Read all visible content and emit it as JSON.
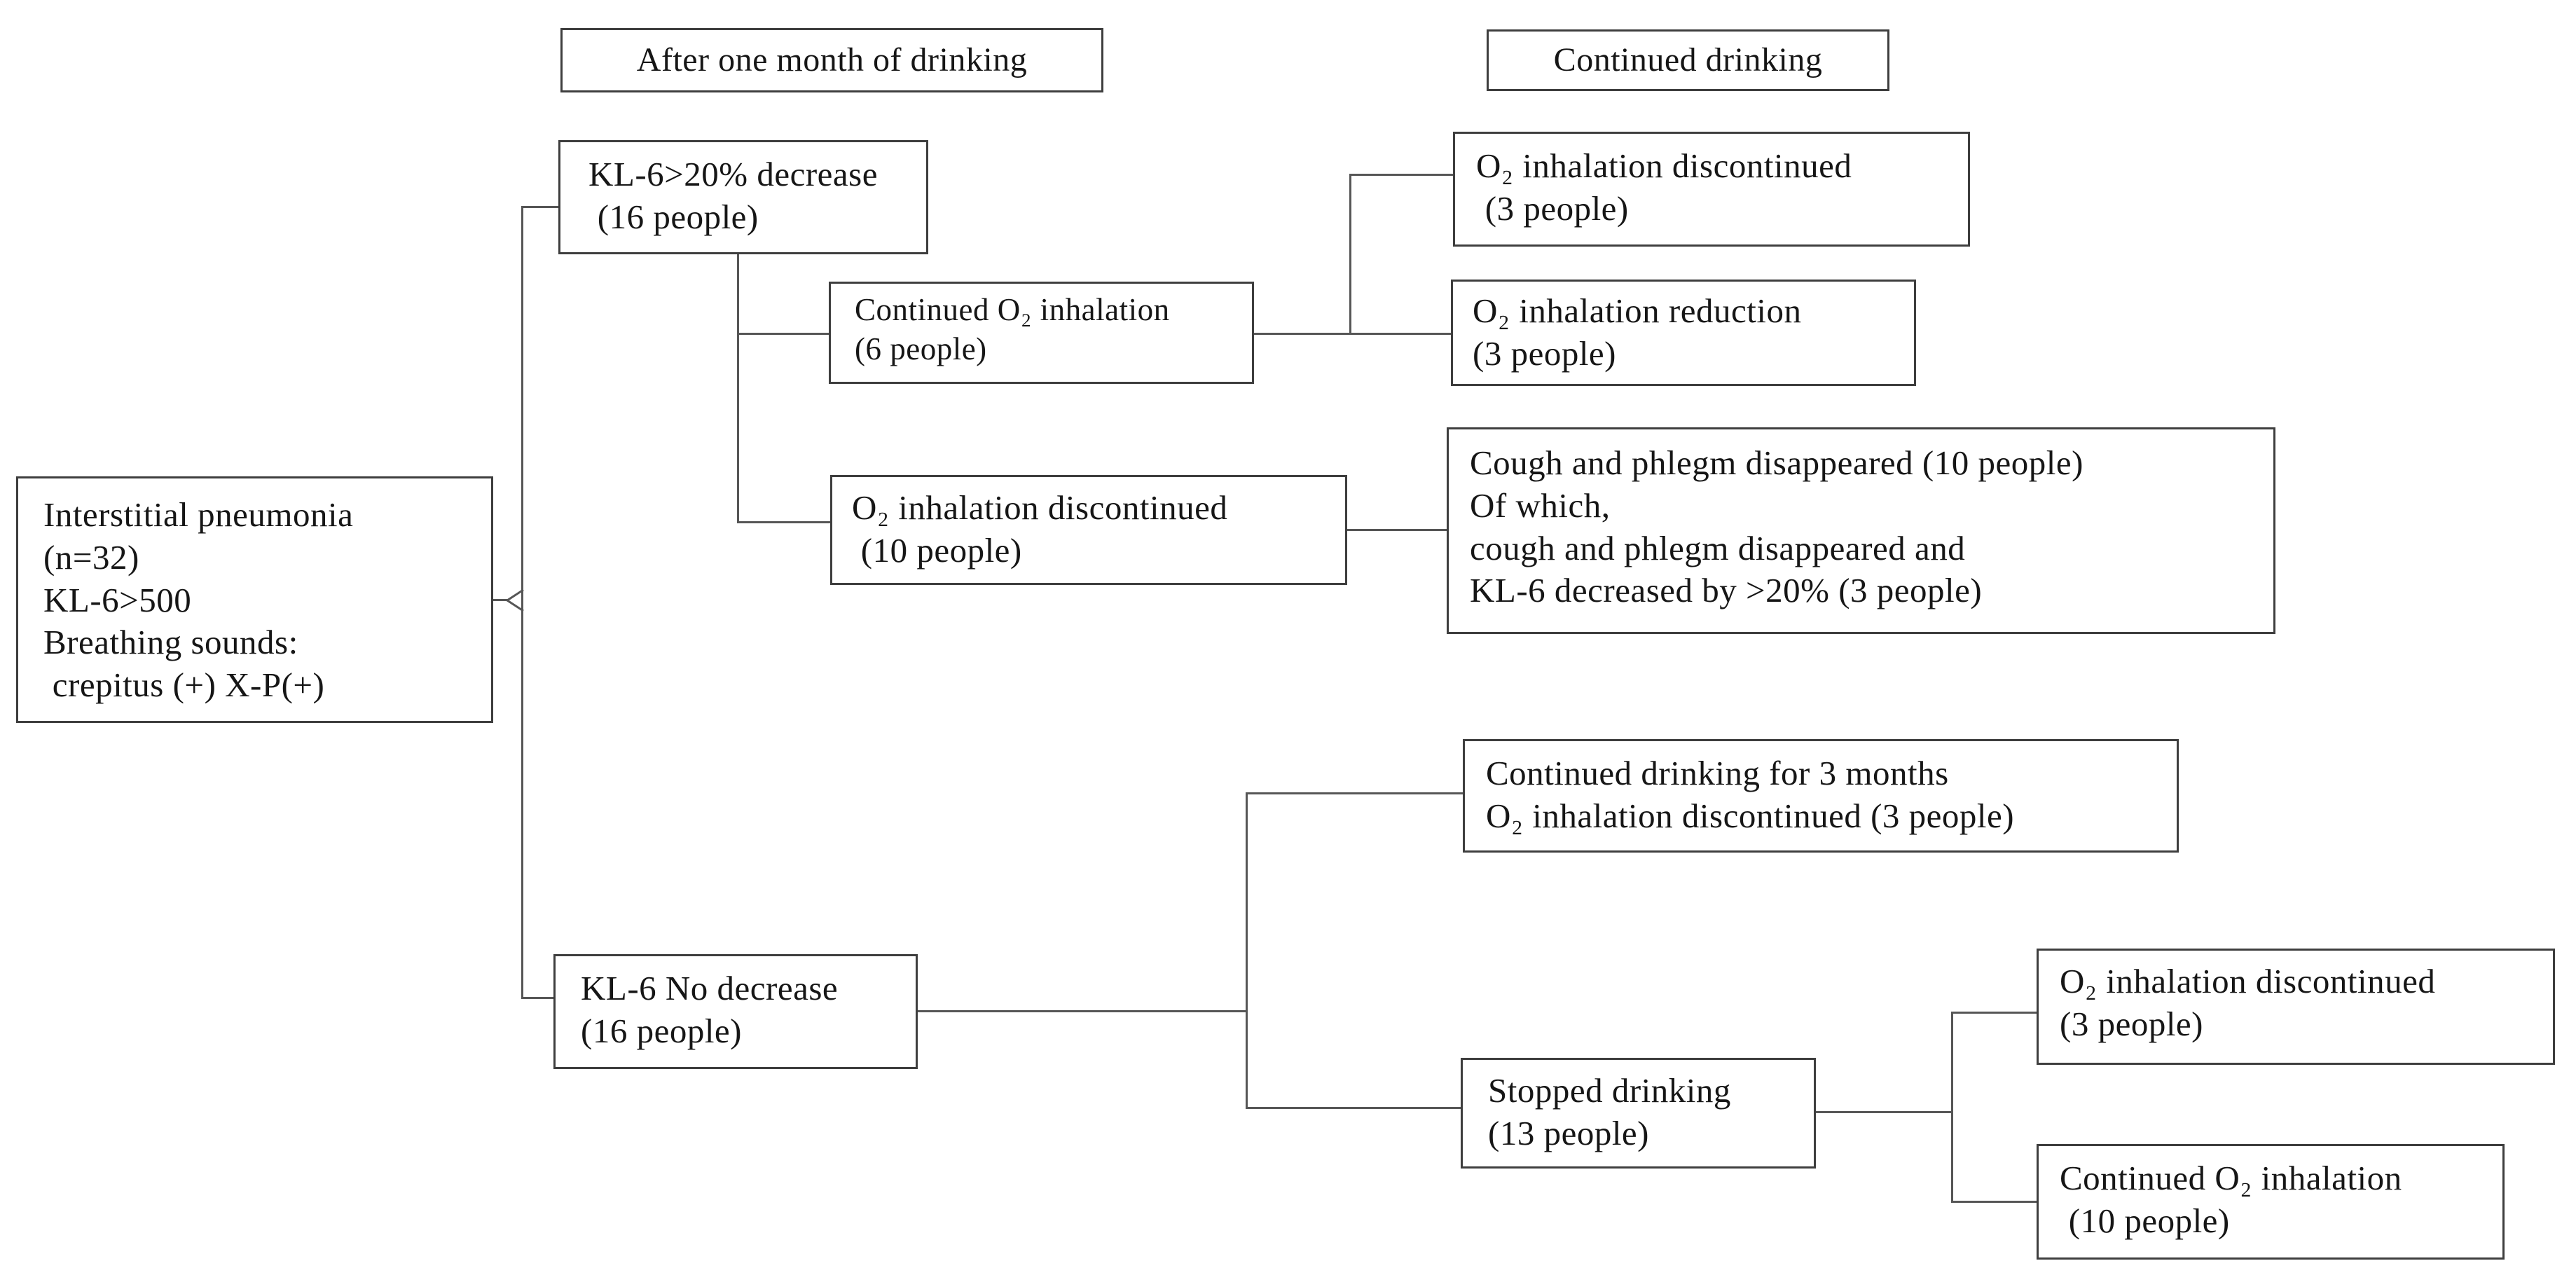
{
  "figure": {
    "column_headers": [
      {
        "label": "After one month of drinking"
      },
      {
        "label": "Continued drinking"
      }
    ],
    "nodes": {
      "root": {
        "text": "Interstitial pneumonia\n(n=32)\nKL-6>500\nBreathing sounds:\n crepitus (+) X-P(+)"
      },
      "kl6_decrease": {
        "text": "KL-6>20% decrease\n (16 people)"
      },
      "continued_o2_6": {
        "text": "Continued O₂ inhalation\n(6 people)"
      },
      "o2_discontinued_3_top": {
        "text": "O₂ inhalation discontinued\n (3 people)"
      },
      "o2_reduction_3": {
        "text": "O₂ inhalation reduction\n(3 people)"
      },
      "o2_discontinued_10": {
        "text": "O₂ inhalation discontinued\n (10 people)"
      },
      "cough_outcome": {
        "text": "Cough and phlegm disappeared (10 people)\nOf which,\ncough and phlegm disappeared and\nKL-6 decreased by >20% (3 people)"
      },
      "continued_3_months": {
        "text": "Continued drinking for 3 months\nO₂ inhalation discontinued (3 people)"
      },
      "kl6_no_decrease": {
        "text": "KL-6 No decrease\n(16 people)"
      },
      "stopped_drinking": {
        "text": "Stopped drinking\n(13 people)"
      },
      "o2_discontinued_3_bottom": {
        "text": "O₂ inhalation discontinued\n(3 people)"
      },
      "continued_o2_10": {
        "text": "Continued O₂ inhalation\n (10 people)"
      }
    },
    "colors": {
      "box_border": "#3e3e3e",
      "connector_line": "#565656",
      "text": "#161616",
      "background": "#ffffff"
    }
  }
}
